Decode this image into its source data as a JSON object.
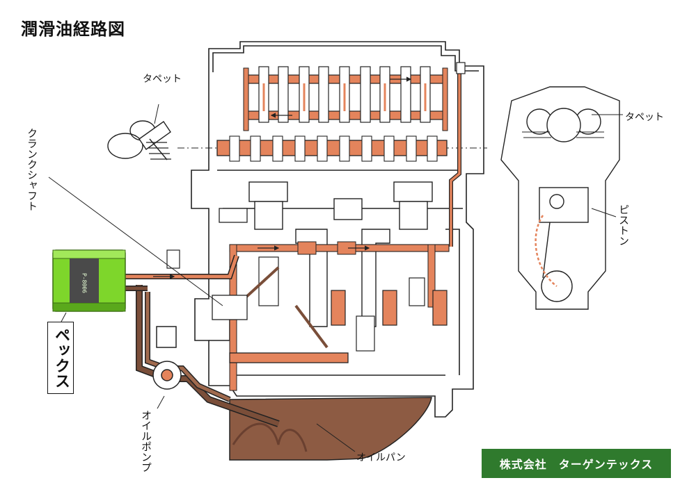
{
  "title": "潤滑油経路図",
  "labels": {
    "tappet_left": "タペット",
    "tappet_right": "タペット",
    "crankshaft": "クランクシャフト",
    "piston": "ピストン",
    "oil_pump": "オイルポンプ",
    "oil_pan": "オイルパン",
    "pex": "ペックス"
  },
  "filter_text": "P-8006",
  "company": "株式会社　ターゲンテックス",
  "colors": {
    "oil": "#e4845c",
    "oil_dark": "#7a4e39",
    "pan": "#8d5b43",
    "filter": "#7ed62b",
    "company_bg": "#2f7a2d"
  }
}
